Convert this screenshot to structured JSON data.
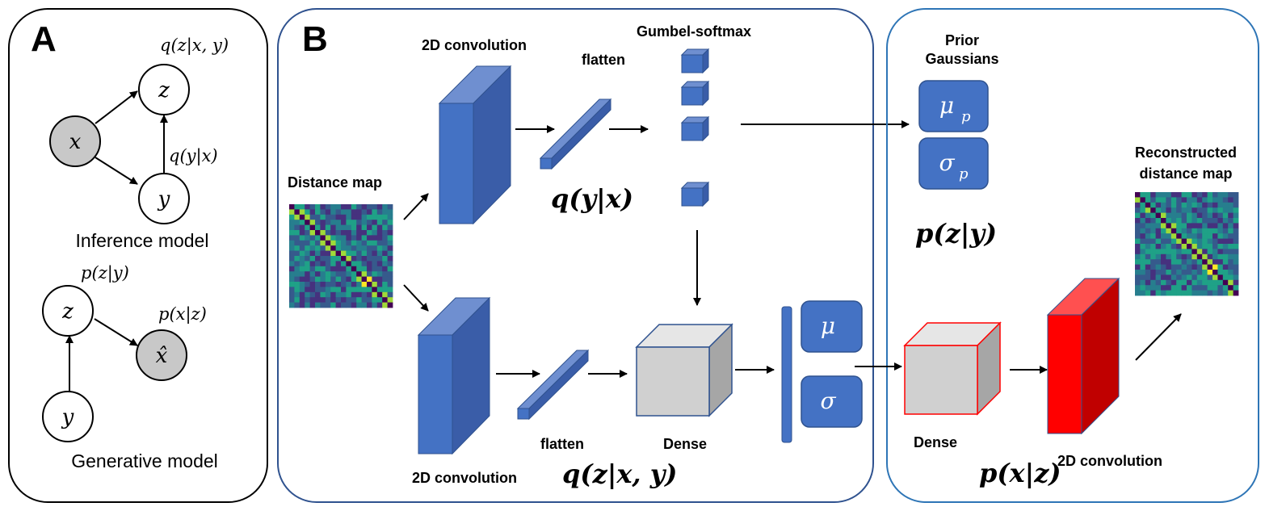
{
  "panelA": {
    "label": "A",
    "inference": {
      "caption": "Inference model",
      "q_zxy": "q(z|x, y)",
      "q_yx": "q(y|x)",
      "node_x": "x",
      "node_z": "z",
      "node_y": "y"
    },
    "generative": {
      "caption": "Generative model",
      "p_zy": "p(z|y)",
      "p_xz": "p(x|z)",
      "node_z": "z",
      "node_xhat": "x̂",
      "node_y": "y"
    }
  },
  "panelB": {
    "label": "B",
    "distance_map": "Distance map",
    "conv_top": "2D convolution",
    "flatten_top": "flatten",
    "gumbel": "Gumbel-softmax",
    "q_yx": "q(y|x)",
    "conv_bottom": "2D convolution",
    "flatten_bottom": "flatten",
    "dense": "Dense",
    "q_zxy": "q(z|x, y)",
    "mu": "μ",
    "sigma": "σ"
  },
  "panelC": {
    "prior_line1": "Prior",
    "prior_line2": "Gaussians",
    "mu_p_main": "μ",
    "mu_p_sub": "p",
    "sigma_p_main": "σ",
    "sigma_p_sub": "p",
    "p_zy": "p(z|y)",
    "recon_line1": "Reconstructed",
    "recon_line2": "distance map",
    "dense": "Dense",
    "conv": "2D convolution",
    "p_xz": "p(x|z)"
  },
  "colors": {
    "blue": "#4472c4",
    "blue_dark": "#2f528f",
    "red": "#ff0000",
    "gray": "#d0d0d0",
    "node_fill": "#c8c8c8"
  }
}
